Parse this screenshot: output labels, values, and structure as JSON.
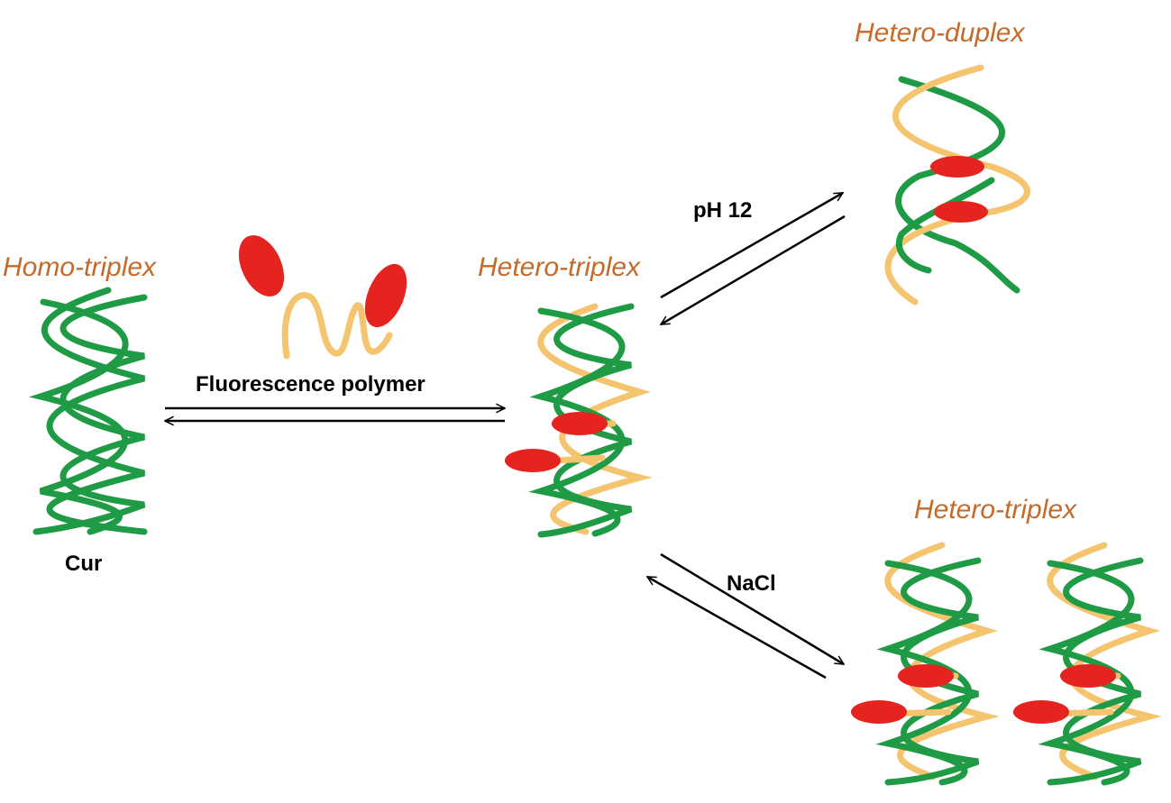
{
  "colors": {
    "strand_green": "#1f9a45",
    "strand_yellow": "#f5c46e",
    "fluorophore_red": "#e5231f",
    "title_orange": "#c46a2a",
    "arrow_black": "#000000"
  },
  "titles": {
    "homo_triplex": "Homo-triplex",
    "hetero_triplex_center": "Hetero-triplex",
    "hetero_duplex": "Hetero-duplex",
    "hetero_triplex_bottom": "Hetero-triplex"
  },
  "labels": {
    "cur": "Cur",
    "fluorescence_polymer": "Fluorescence polymer",
    "ph12": "pH 12",
    "nacl": "NaCl"
  }
}
